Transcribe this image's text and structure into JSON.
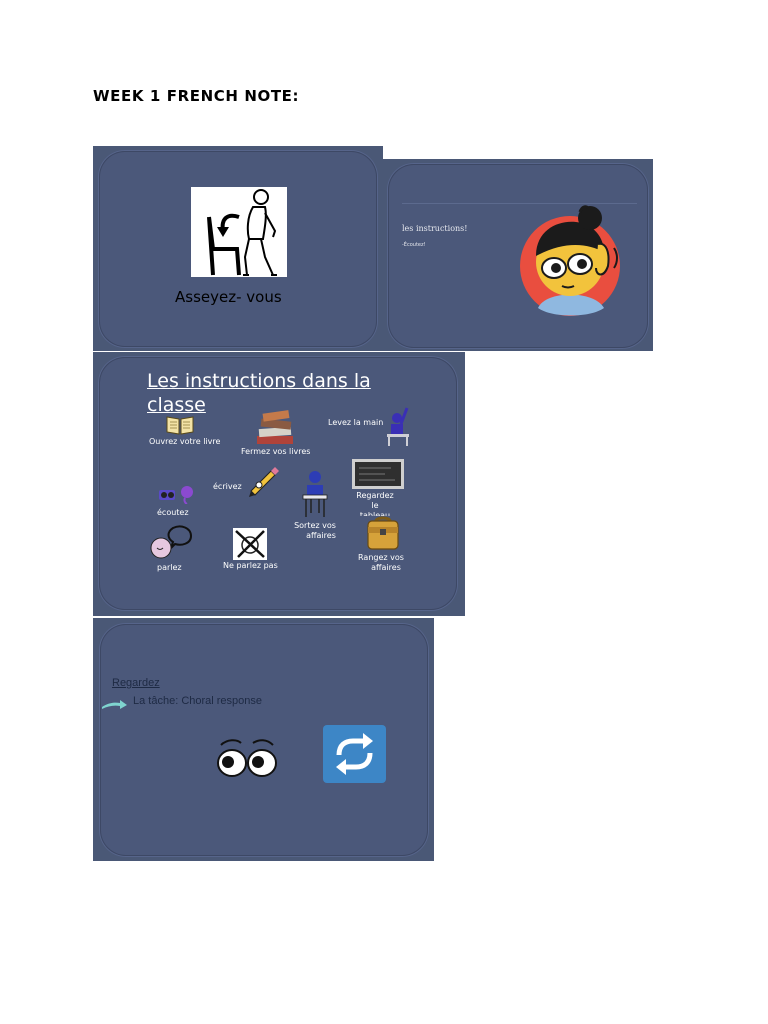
{
  "document": {
    "heading": "WEEK 1 FRENCH NOTE:"
  },
  "slide1": {
    "caption": "Asseyez- vous"
  },
  "slide2": {
    "title": "les instructions!",
    "subtitle": "-Écoutez!"
  },
  "slide3": {
    "title": "Les instructions dans la classe",
    "labels": {
      "ouvrez": "Ouvrez votre livre",
      "fermez": "Fermez vos livres",
      "levez": "Levez la main",
      "ecrivez": "écrivez",
      "regardez_1": "Regardez",
      "regardez_2": "le",
      "regardez_3": "tableau",
      "ecoutez": "écoutez",
      "sortez_1": "Sortez vos",
      "sortez_2": "affaires",
      "parlez": "parlez",
      "ne_parlez": "Ne parlez pas",
      "rangez_1": "Rangez vos",
      "rangez_2": "affaires"
    }
  },
  "slide4": {
    "link": "Regardez",
    "task": "La tâche: Choral response"
  },
  "colors": {
    "slide_bg": "#4a5876",
    "refresh_button": "#3d86c6",
    "text_dark": "#1e2a44"
  }
}
